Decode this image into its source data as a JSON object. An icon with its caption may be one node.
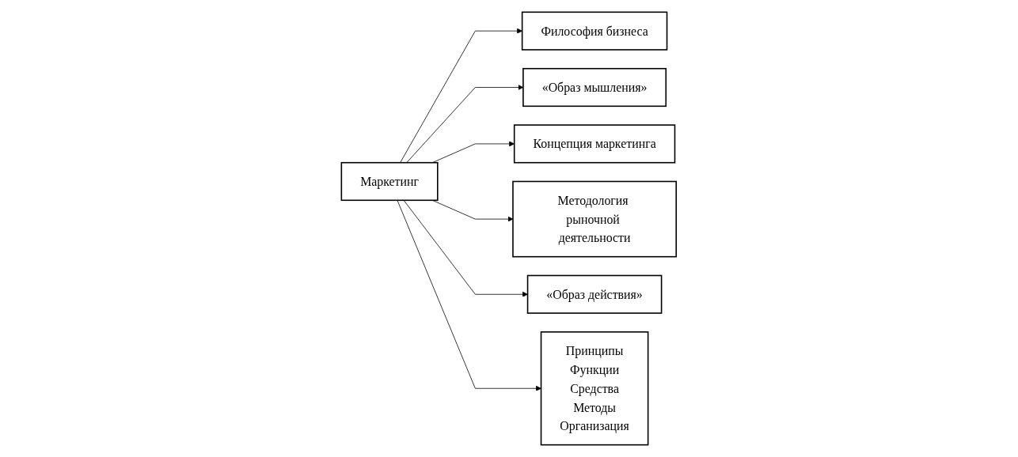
{
  "diagram": {
    "nodes": [
      {
        "text": [
          "Маркетинг"
        ]
      },
      {
        "text": [
          "Философия бизнеса"
        ]
      },
      {
        "text": [
          "«Образ мышления»"
        ]
      },
      {
        "text": [
          "Концепция маркетинга"
        ]
      },
      {
        "text": [
          "Методология рыночной деятельности"
        ]
      },
      {
        "text": [
          "«Образ действия»"
        ]
      },
      {
        "text": [
          "Принципы",
          "Функции",
          "Средства",
          "Методы",
          "Организация"
        ]
      }
    ],
    "edges": [
      {
        "from": 0,
        "to": 1,
        "arrow": "to"
      },
      {
        "from": 0,
        "to": 2,
        "arrow": "to"
      },
      {
        "from": 0,
        "to": 3,
        "arrow": "to"
      },
      {
        "from": 0,
        "to": 4,
        "arrow": "to"
      },
      {
        "from": 0,
        "to": 5,
        "arrow": "to"
      },
      {
        "from": 0,
        "to": 6,
        "arrow": "to"
      }
    ]
  }
}
